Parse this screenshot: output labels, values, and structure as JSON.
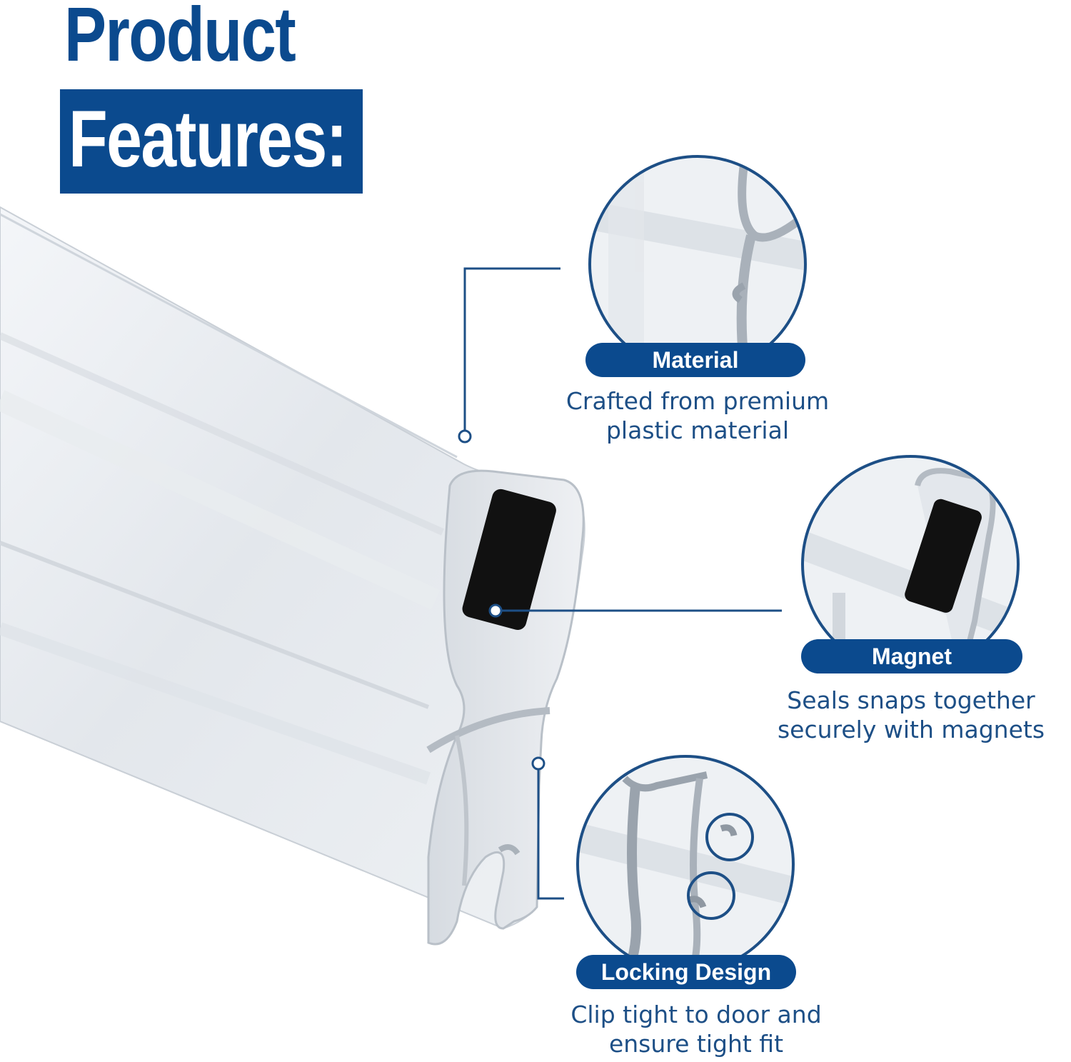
{
  "heading": {
    "line1": "Product",
    "line2": "Features:"
  },
  "features": [
    {
      "label": "Material",
      "description_lines": [
        "Crafted from premium",
        "plastic material"
      ]
    },
    {
      "label": "Magnet",
      "description_lines": [
        "Seals snaps together",
        "securely with magnets"
      ]
    },
    {
      "label": "Locking Design",
      "description_lines": [
        "Clip tight to door and",
        "ensure tight fit"
      ]
    }
  ],
  "colors": {
    "brand_blue": "#0b4a8e",
    "text_blue": "#1d4f86",
    "magnet_black": "#111111"
  }
}
